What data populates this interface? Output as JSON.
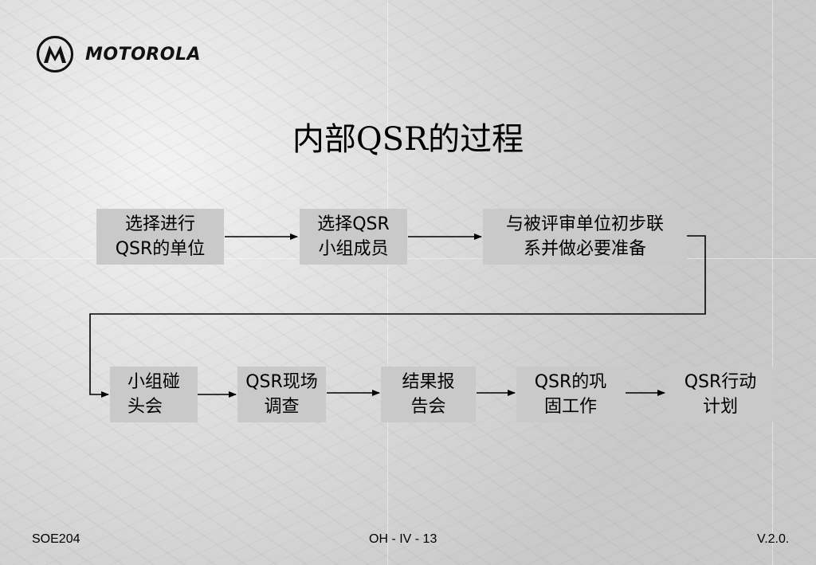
{
  "logo": {
    "brand": "MOTOROLA",
    "icon": "motorola-batwing-icon"
  },
  "title": "内部QSR的过程",
  "flow": {
    "row1": [
      {
        "line1": "选择进行",
        "line2": "QSR的单位"
      },
      {
        "line1": "选择QSR",
        "line2": "小组成员"
      },
      {
        "line1": "与被评审单位初步联",
        "line2": "系并做必要准备"
      }
    ],
    "row2": [
      {
        "line1": "小组碰",
        "line2": "头会"
      },
      {
        "line1": "QSR现场",
        "line2": "调查"
      },
      {
        "line1": "结果报",
        "line2": "告会"
      },
      {
        "line1": "QSR的巩",
        "line2": "固工作"
      },
      {
        "line1": "QSR行动",
        "line2": "计划"
      }
    ]
  },
  "footer": {
    "left": "SOE204",
    "center": "OH - IV - 13",
    "right": "V.2.0."
  },
  "colors": {
    "box_fill": "#c9c9c9",
    "line": "#000000"
  }
}
